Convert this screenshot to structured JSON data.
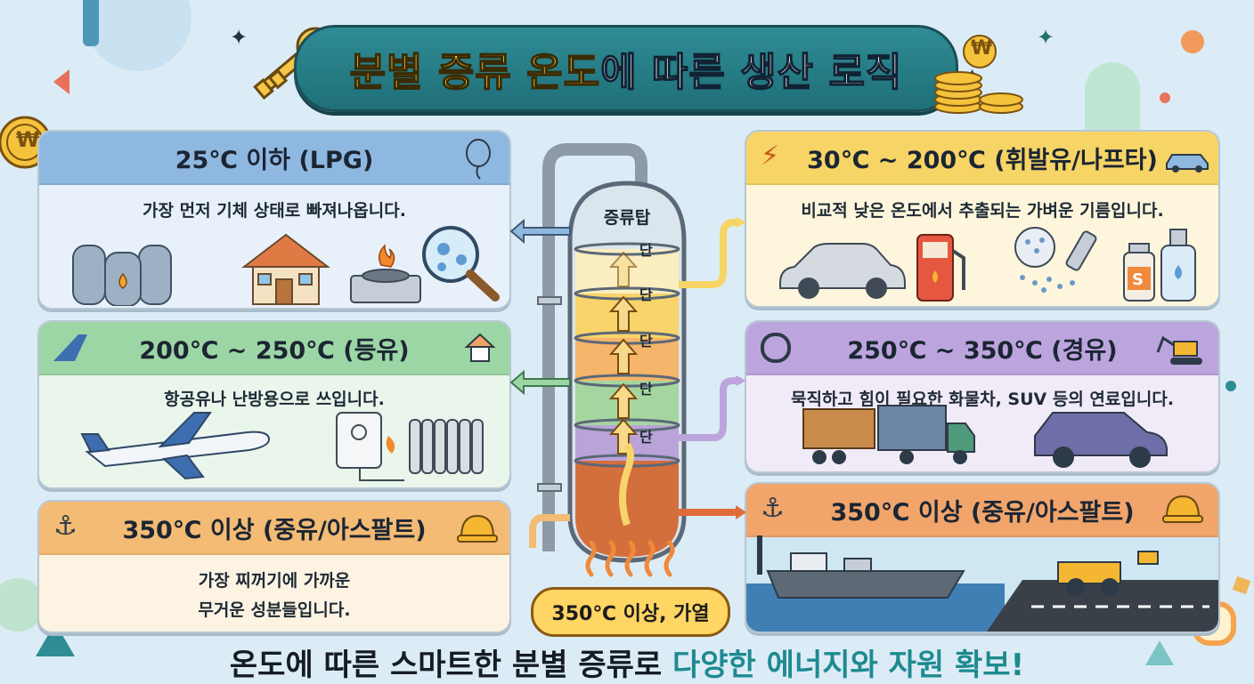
{
  "title": {
    "part1": "분별 증류 온도",
    "part2": "에 따른 생산 로직"
  },
  "tower": {
    "label": "증류탑",
    "stage_label": "단",
    "heat_label": "350℃ 이상, 가열"
  },
  "left_panels": [
    {
      "heading": "25℃ 이하 (LPG)",
      "description": "가장 먼저 기체 상태로 빠져나옵니다.",
      "color": "#7fa9d6"
    },
    {
      "heading": "200℃ ~ 250℃ (등유)",
      "description": "항공유나 난방용으로 쓰입니다.",
      "color": "#93cf9b"
    },
    {
      "heading": "350℃ 이상 (중유/아스팔트)",
      "description_line1": "가장 찌꺼기에 가까운",
      "description_line2": "무거운 성분들입니다.",
      "color": "#f2b46a"
    }
  ],
  "right_panels": [
    {
      "heading": "30℃ ~ 200℃ (휘발유/나프타)",
      "description": "비교적 낮은 온도에서 추출되는 가벼운 기름입니다.",
      "color": "#f5cf57"
    },
    {
      "heading": "250℃ ~ 350℃ (경유)",
      "description": "묵직하고 힘이 필요한 화물차, SUV 등의 연료입니다.",
      "color": "#b49ad6"
    },
    {
      "heading": "350℃ 이상 (중유/아스팔트)",
      "color": "#f0a266"
    }
  ],
  "bottom_bar_icon": "s-letter",
  "footer": {
    "part1": "온도에 따른 스마트한 분별 증류로 ",
    "part2": "다양한 에너지와 자원 확보!"
  },
  "icons": {
    "coin_symbol": "₩"
  }
}
